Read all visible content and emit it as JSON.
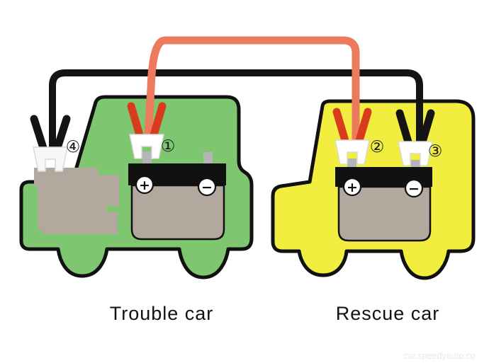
{
  "colors": {
    "background": "#ffffff",
    "outline": "#111111",
    "trouble_body": "#7ec66f",
    "rescue_body": "#f2ee3f",
    "metal_gray": "#b3a89d",
    "battery_top": "#111111",
    "post_gray": "#b5b5b5",
    "red_cable": "#ec7a5e",
    "red_clamp": "#d93b1d",
    "black_cable": "#141414",
    "black_clamp": "#141414",
    "jaw_white": "#ffffff"
  },
  "cars": {
    "trouble": {
      "label": "Trouble car",
      "body_color": "#7ec66f"
    },
    "rescue": {
      "label": "Rescue car",
      "body_color": "#f2ee3f"
    }
  },
  "batteries": {
    "trouble": {
      "positive": "+",
      "negative": "−"
    },
    "rescue": {
      "positive": "+",
      "negative": "−"
    }
  },
  "clamps": [
    {
      "number": "①",
      "cable": "red",
      "handle_color": "#d93b1d",
      "location": "trouble-car positive terminal"
    },
    {
      "number": "②",
      "cable": "red",
      "handle_color": "#d93b1d",
      "location": "rescue-car positive terminal"
    },
    {
      "number": "③",
      "cable": "black",
      "handle_color": "#141414",
      "location": "rescue-car negative terminal"
    },
    {
      "number": "④",
      "cable": "black",
      "handle_color": "#141414",
      "location": "trouble-car engine ground"
    }
  ],
  "watermark": "car.speedyauto.co"
}
